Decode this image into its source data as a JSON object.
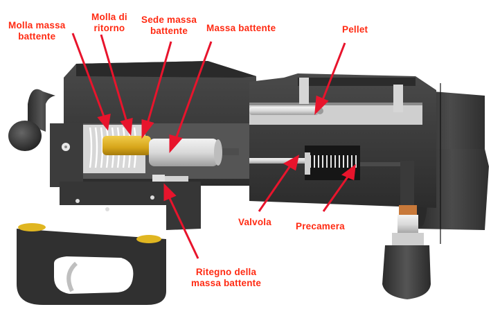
{
  "diagram": {
    "subject": "Cutaway of PCP air rifle action",
    "colors": {
      "label_text": "#ff2a12",
      "arrow": "#e8142c",
      "body_dark": "#3a3a3a",
      "body_mid": "#555555",
      "metal_light": "#d8d8d8",
      "brass": "#e2b421",
      "copper": "#c87a38",
      "background": "#ffffff"
    },
    "labels": [
      {
        "id": "molla-massa-battente",
        "line1": "Molla massa",
        "line2": "battente"
      },
      {
        "id": "molla-di-ritorno",
        "line1": "Molla di",
        "line2": "ritorno"
      },
      {
        "id": "sede-massa-battente",
        "line1": "Sede massa",
        "line2": "battente"
      },
      {
        "id": "massa-battente",
        "line1": "Massa battente",
        "line2": ""
      },
      {
        "id": "pellet",
        "line1": "Pellet",
        "line2": ""
      },
      {
        "id": "valvola",
        "line1": "Valvola",
        "line2": ""
      },
      {
        "id": "precamera",
        "line1": "Precamera",
        "line2": ""
      },
      {
        "id": "ritegno-massa-battente",
        "line1": "Ritegno della",
        "line2": "massa battente"
      }
    ]
  }
}
